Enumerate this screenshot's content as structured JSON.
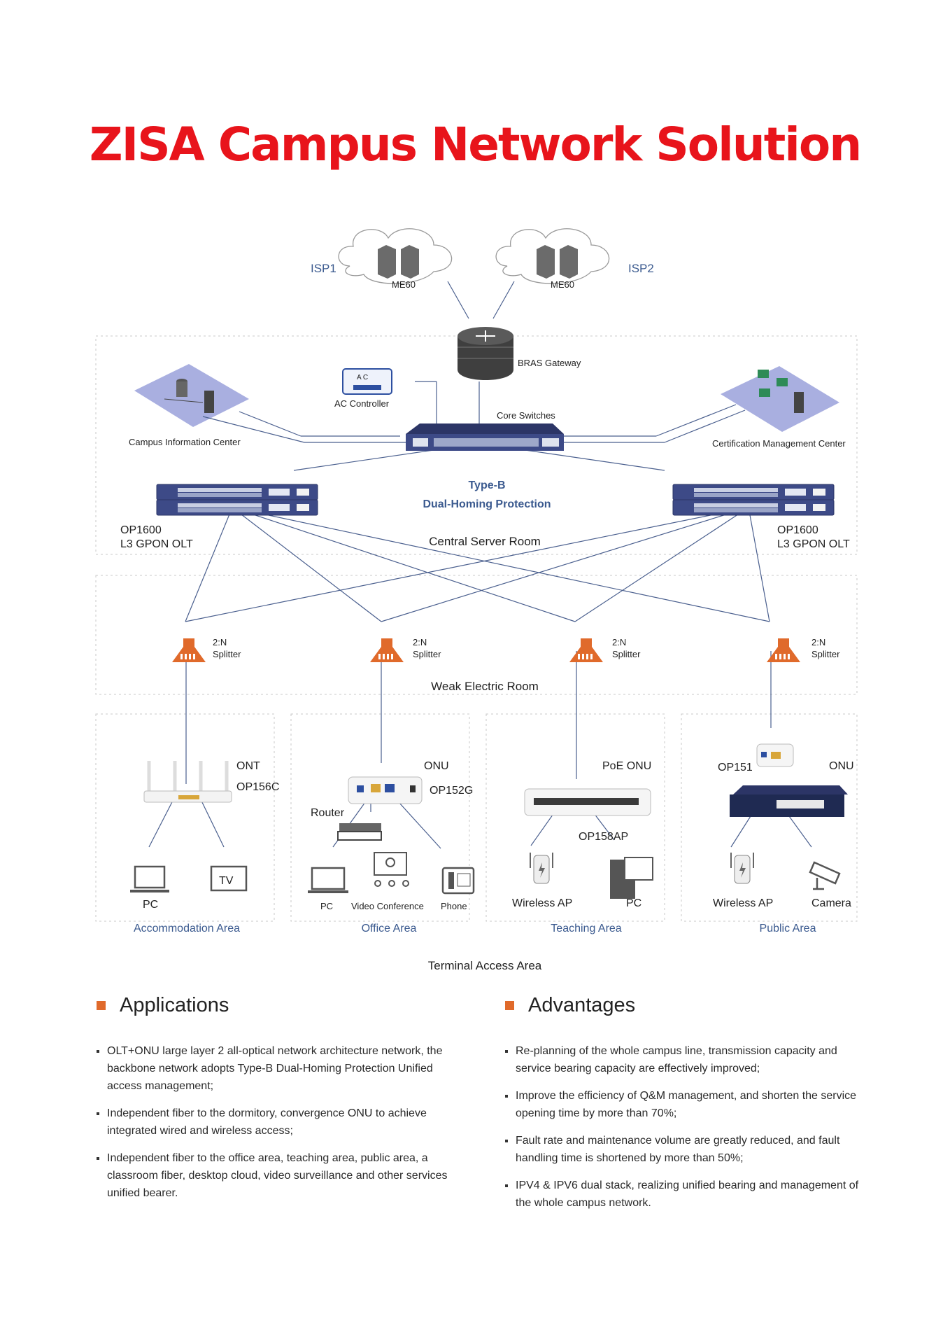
{
  "title": "ZISA Campus Network Solution",
  "colors": {
    "title": "#e8141b",
    "accent": "#e06a2b",
    "splitter": "#e06a2b",
    "device": "#3d4a87",
    "zone_label": "#3b5a8f"
  },
  "diagram": {
    "isp1": "ISP1",
    "isp2": "ISP2",
    "me60_left": "ME60",
    "me60_right": "ME60",
    "bras": "BRAS Gateway",
    "ac_text": "A C",
    "ac_controller": "AC Controller",
    "core_switches": "Core Switches",
    "campus_info": "Campus Information Center",
    "cert_center": "Certification Management Center",
    "type_b": "Type-B",
    "dual_homing": "Dual-Homing  Protection",
    "olt_left_model": "OP1600",
    "olt_left_type": "L3 GPON OLT",
    "olt_right_model": "OP1600",
    "olt_right_type": "L3 GPON OLT",
    "central_room": "Central Server Room",
    "splitter_ratio": "2:N",
    "splitter_label": "Splitter",
    "weak_room": "Weak Electric Room",
    "acc": {
      "ont": "ONT",
      "model": "OP156C",
      "pc": "PC",
      "tv": "TV",
      "zone": "Accommodation Area"
    },
    "office": {
      "onu": "ONU",
      "model": "OP152G",
      "router": "Router",
      "pc": "PC",
      "video": "Video Conference",
      "phone": "Phone",
      "zone": "Office Area"
    },
    "teaching": {
      "poe": "PoE ONU",
      "model": "OP158AP",
      "ap": "Wireless AP",
      "pc": "PC",
      "zone": "Teaching Area"
    },
    "public": {
      "model": "OP151",
      "onu": "ONU",
      "ap": "Wireless AP",
      "camera": "Camera",
      "zone": "Public Area"
    },
    "terminal": "Terminal Access Area"
  },
  "applications": {
    "heading": "Applications",
    "items": [
      "OLT+ONU large layer 2 all-optical network architecture network, the backbone network adopts Type-B Dual-Homing Protection Unified access management;",
      "Independent fiber to the dormitory, convergence ONU to achieve integrated wired and wireless access;",
      "Independent fiber to the office area, teaching area, public area, a classroom fiber, desktop cloud, video surveillance and other services unified bearer."
    ]
  },
  "advantages": {
    "heading": "Advantages",
    "items": [
      "Re-planning of the whole campus line, transmission capacity and service bearing capacity are effectively improved;",
      "Improve the efficiency of Q&M management, and shorten the service opening time by more than 70%;",
      "Fault rate and maintenance volume are greatly reduced, and fault handling time is shortened by more than 50%;",
      "IPV4 & IPV6 dual stack, realizing unified bearing and management of the whole campus network."
    ]
  }
}
